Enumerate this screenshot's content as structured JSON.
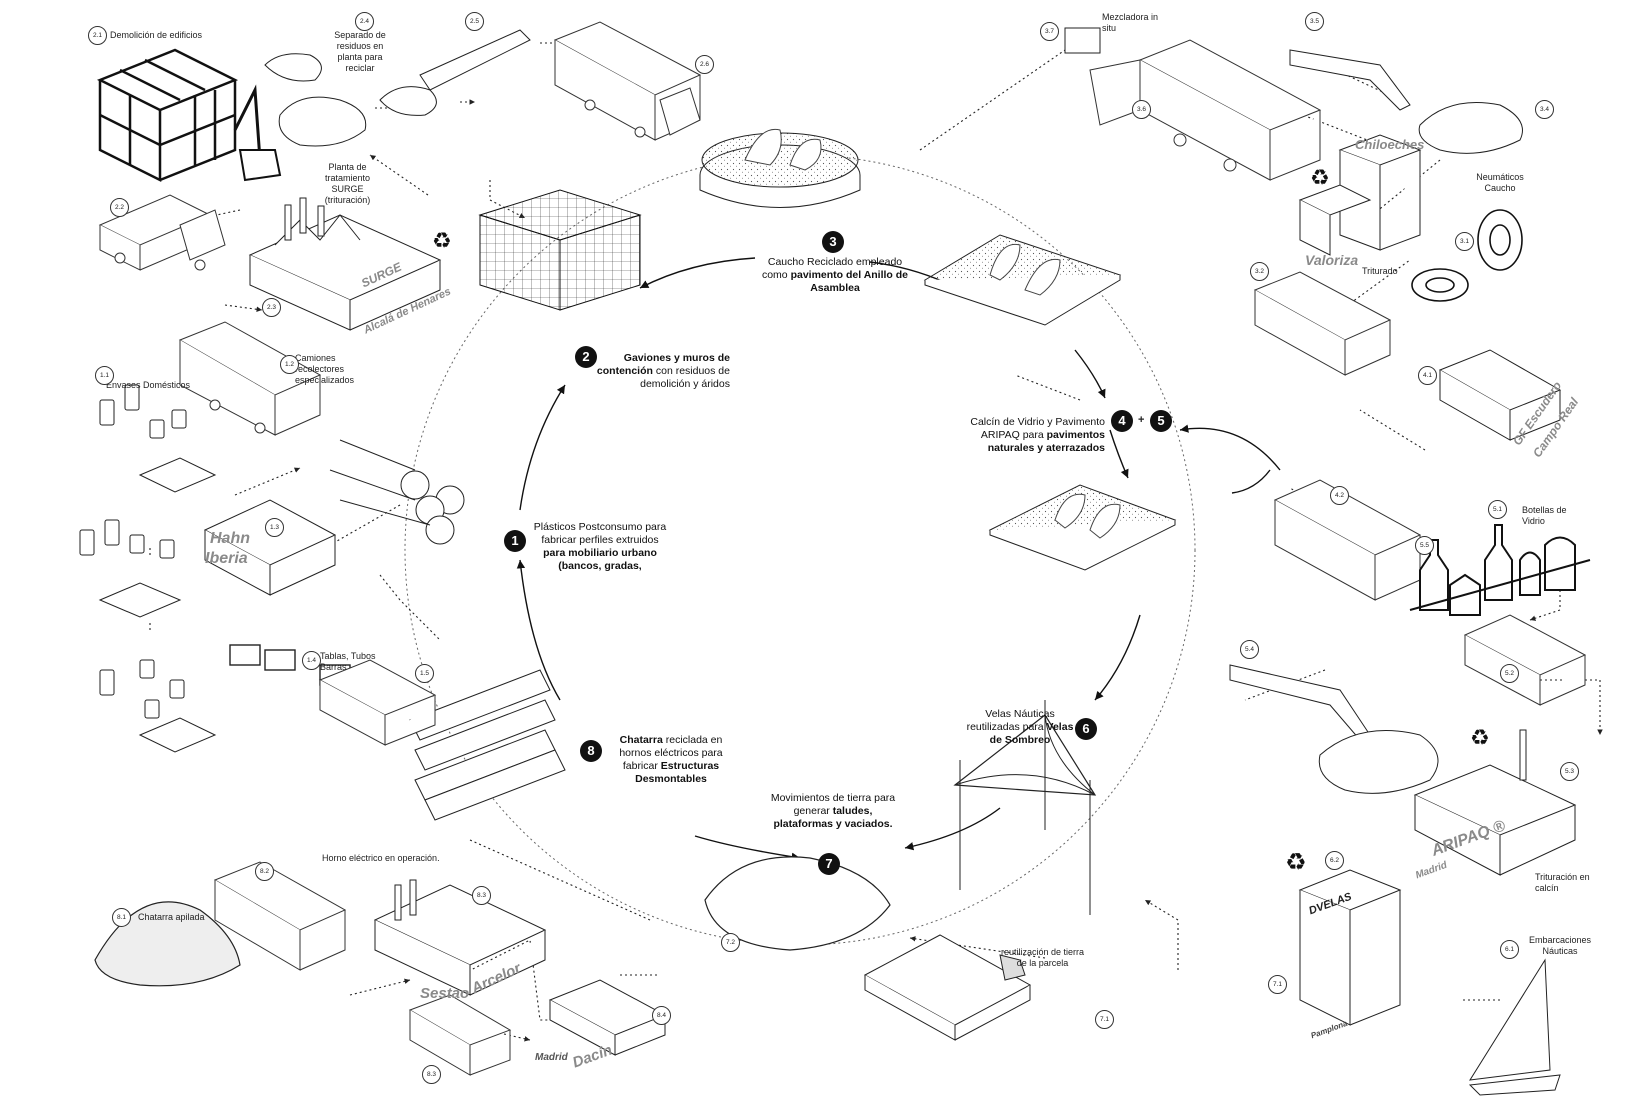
{
  "steps": [
    {
      "num": "1",
      "pre": "Plásticos Postconsumo para fabricar perfiles extruidos ",
      "bold": "para mobiliario urbano (bancos, gradas,"
    },
    {
      "num": "2",
      "pre": "",
      "bold": "Gaviones y muros de contención",
      "post": " con residuos de demolición y áridos"
    },
    {
      "num": "3",
      "pre": "Caucho Reciclado empleado como ",
      "bold": "pavimento del Anillo de Asamblea"
    },
    {
      "num": "4",
      "num2": "5",
      "plus": "+",
      "pre": "Calcín de Vidrio y Pavimento ARIPAQ para ",
      "bold": "pavimentos naturales y aterrazados"
    },
    {
      "num": "6",
      "pre": "Velas Náuticas reutilizadas para ",
      "bold": "Velas de Sombreo"
    },
    {
      "num": "7",
      "pre": "Movimientos de tierra para generar ",
      "bold": "taludes, plataformas y vaciados."
    },
    {
      "num": "8",
      "bold": "Chatarra",
      "post": " reciclada en hornos eléctricos para fabricar ",
      "bold2": "Estructuras Desmontables"
    }
  ],
  "tags": [
    "2.1",
    "2.2",
    "2.3",
    "2.4",
    "2.5",
    "2.6",
    "3.1",
    "3.2",
    "3.4",
    "3.5",
    "3.6",
    "3.7",
    "4.1",
    "4.2",
    "5.1",
    "5.2",
    "5.3",
    "5.4",
    "5.5",
    "6.1",
    "6.2",
    "7.1",
    "7.2",
    "8.1",
    "8.2",
    "8.3",
    "8.3",
    "8.4",
    "1.1",
    "1.2",
    "1.3",
    "1.4",
    "1.5"
  ],
  "labels": {
    "demolicion": "Demolición de edificios",
    "separado": "Separado de residuos en planta para reciclar",
    "planta": "Planta de tratamiento SURGE (trituración)",
    "mezcladora": "Mezcladora in situ",
    "neumaticos": "Neumáticos Caucho",
    "triturado": "Triturado",
    "envases": "Envases Domésticos",
    "camiones": "Camiones recolectores especializados",
    "tablas": "Tablas, Tubos Barras",
    "botellas": "Botellas de Vidrio",
    "trituracion": "Trituración en calcín",
    "horno": "Horno eléctrico en operación.",
    "chatarra_apilada": "Chatarra apilada",
    "reutilizacion": "reutilización de tierra de la parcela",
    "embarcaciones": "Embarcaciones Náuticas"
  },
  "brands": {
    "surge": "SURGE",
    "alcala": "Alcalá de Henares",
    "chiloeches": "Chiloeches",
    "valoriza": "Valoriza",
    "gf1": "GF Escudero",
    "gf2": "Campo Real",
    "hahn": "Hahn",
    "iberia": "Iberia",
    "aripaq": "ARIPAQ ®",
    "aripaq_city": "Madrid",
    "dvelas": "DVELAS",
    "pamplona": "Pamplona",
    "sestao": "Sestao",
    "arcelor": "Arcelor",
    "madrid": "Madrid",
    "dacin": "Dacín"
  }
}
